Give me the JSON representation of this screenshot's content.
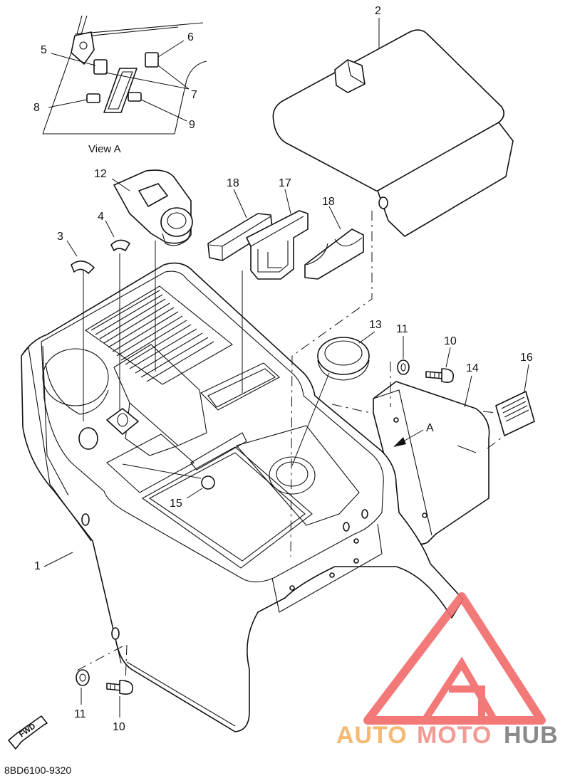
{
  "diagram": {
    "view_caption": "View A",
    "part_code": "8BD6100-9320",
    "direction_badge": "FWD",
    "callouts": {
      "c1": "1",
      "c2": "2",
      "c3": "3",
      "c4": "4",
      "c5": "5",
      "c6": "6",
      "c7": "7",
      "c8": "8",
      "c9": "9",
      "c10a": "10",
      "c10b": "10",
      "c11a": "11",
      "c11b": "11",
      "c12": "12",
      "c13": "13",
      "c14": "14",
      "c15": "15",
      "c16": "16",
      "c17": "17",
      "c18a": "18",
      "c18b": "18",
      "arrow_a": "A"
    }
  },
  "watermark": {
    "word_1": "AUTO",
    "word_2": "MOTO",
    "word_3": "HUB",
    "colors": {
      "auto": "#f5b971",
      "moto": "#f39a96",
      "hub": "#8a8a8a",
      "logo": "#f26b6b"
    }
  }
}
